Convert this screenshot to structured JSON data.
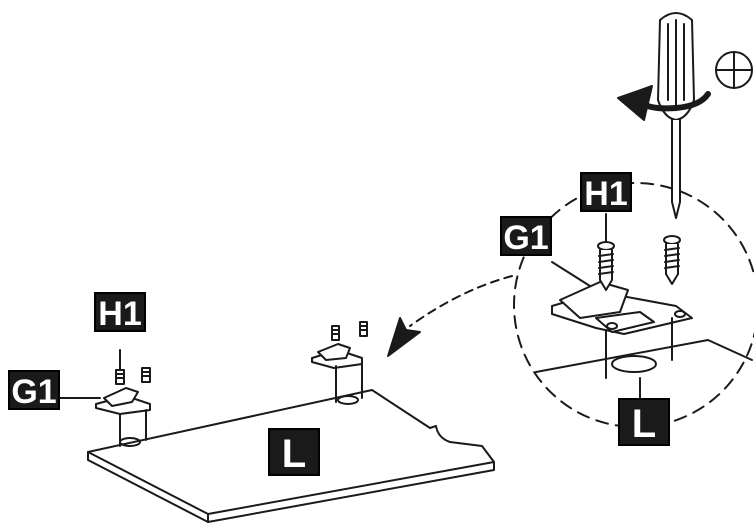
{
  "labels": {
    "h1_left": "H1",
    "g1_left": "G1",
    "l_board": "L",
    "h1_detail": "H1",
    "g1_detail": "G1",
    "l_detail": "L"
  },
  "tool_symbol": "⊕",
  "colors": {
    "ink": "#1a1a1a",
    "paper": "#ffffff"
  },
  "icons": [
    "screwdriver-icon",
    "rotation-arrow-icon",
    "phillips-symbol-icon"
  ]
}
